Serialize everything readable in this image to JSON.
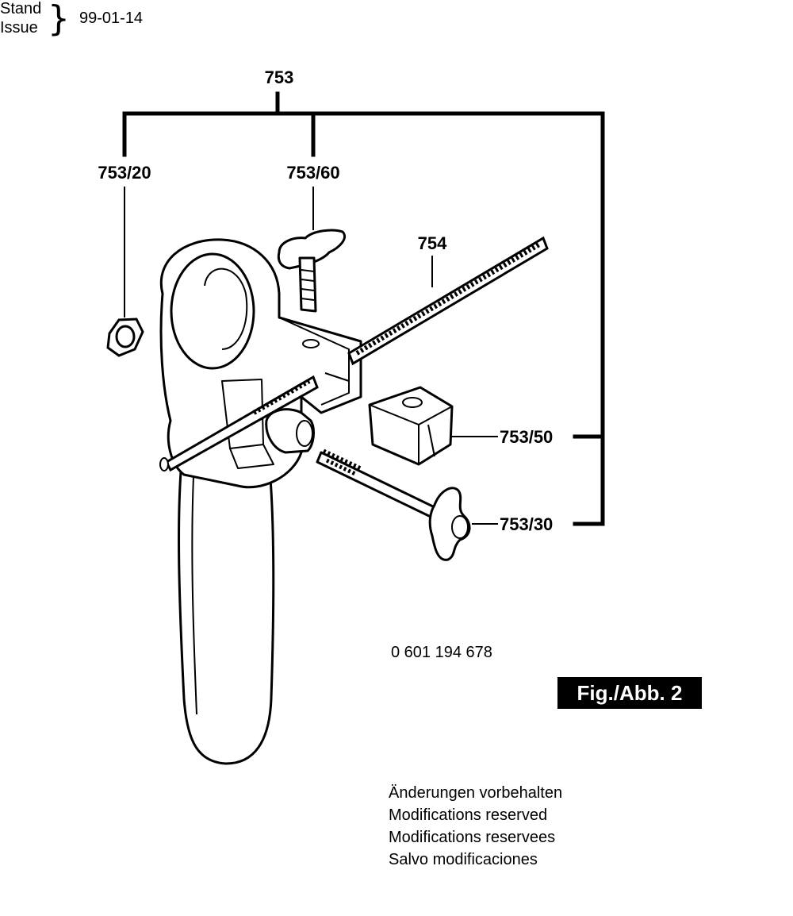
{
  "labels": {
    "assembly": "753",
    "nut": "753/20",
    "thumb_screw": "753/60",
    "depth_rod": "754",
    "clamp_block": "753/50",
    "clamp_screw": "753/30"
  },
  "part_number": "0 601 194 678",
  "stand_label": "Stand",
  "issue_label": "Issue",
  "issue_date": "99-01-14",
  "figure_label": "Fig./Abb. 2",
  "notes": [
    "Änderungen vorbehalten",
    "Modifications reserved",
    "Modifications reservees",
    "Salvo modificaciones"
  ]
}
